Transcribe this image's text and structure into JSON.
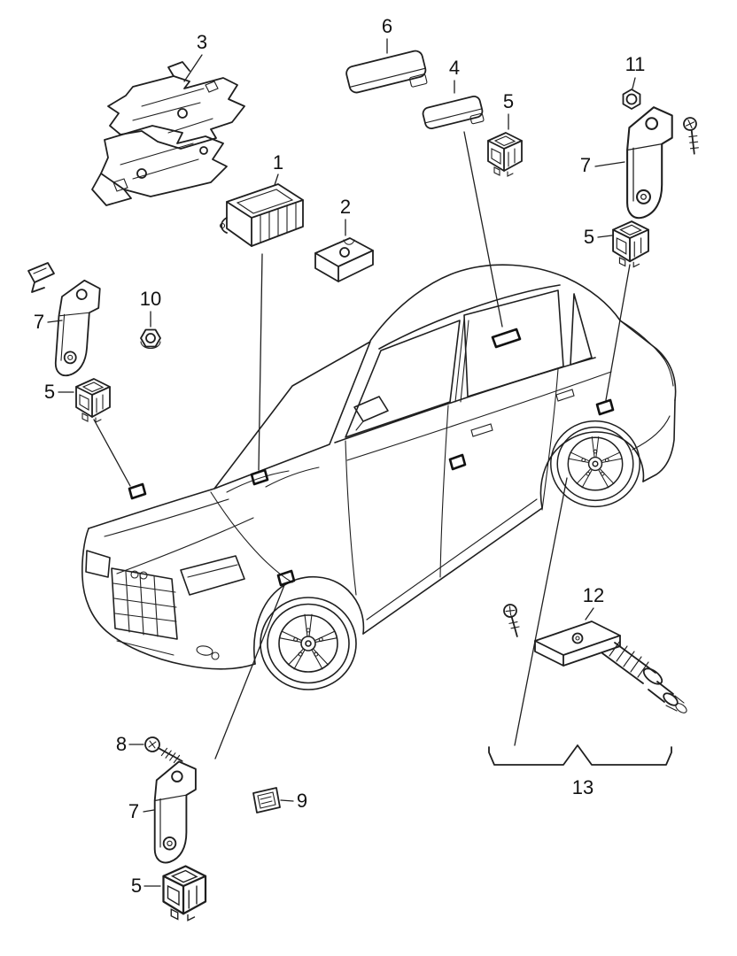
{
  "figure": {
    "background": "#ffffff",
    "line_color": "#1f1f1f",
    "label_color": "#111111",
    "callouts": {
      "n1": "1",
      "n2": "2",
      "n3": "3",
      "n4": "4",
      "n5": "5",
      "n6": "6",
      "n7": "7",
      "n8": "8",
      "n9": "9",
      "n10": "10",
      "n11": "11",
      "n12": "12",
      "n13": "13"
    }
  }
}
